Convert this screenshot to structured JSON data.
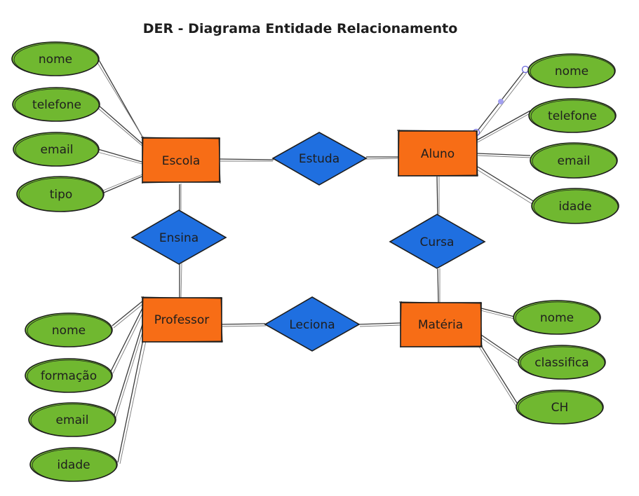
{
  "title": "DER - Diagrama Entidade Relacionamento",
  "colors": {
    "entity": "#f76d16",
    "relationship": "#1f6fe0",
    "attribute": "#70b830",
    "stroke": "#1e1e1e"
  },
  "entities": {
    "escola": "Escola",
    "aluno": "Aluno",
    "professor": "Professor",
    "materia": "Matéria"
  },
  "relationships": {
    "estuda": "Estuda",
    "ensina": "Ensina",
    "cursa": "Cursa",
    "leciona": "Leciona"
  },
  "attributes": {
    "escola": [
      "nome",
      "telefone",
      "email",
      "tipo"
    ],
    "aluno": [
      "nome",
      "telefone",
      "email",
      "idade"
    ],
    "professor": [
      "nome",
      "formação",
      "email",
      "idade"
    ],
    "materia": [
      "nome",
      "classifica",
      "CH"
    ]
  }
}
